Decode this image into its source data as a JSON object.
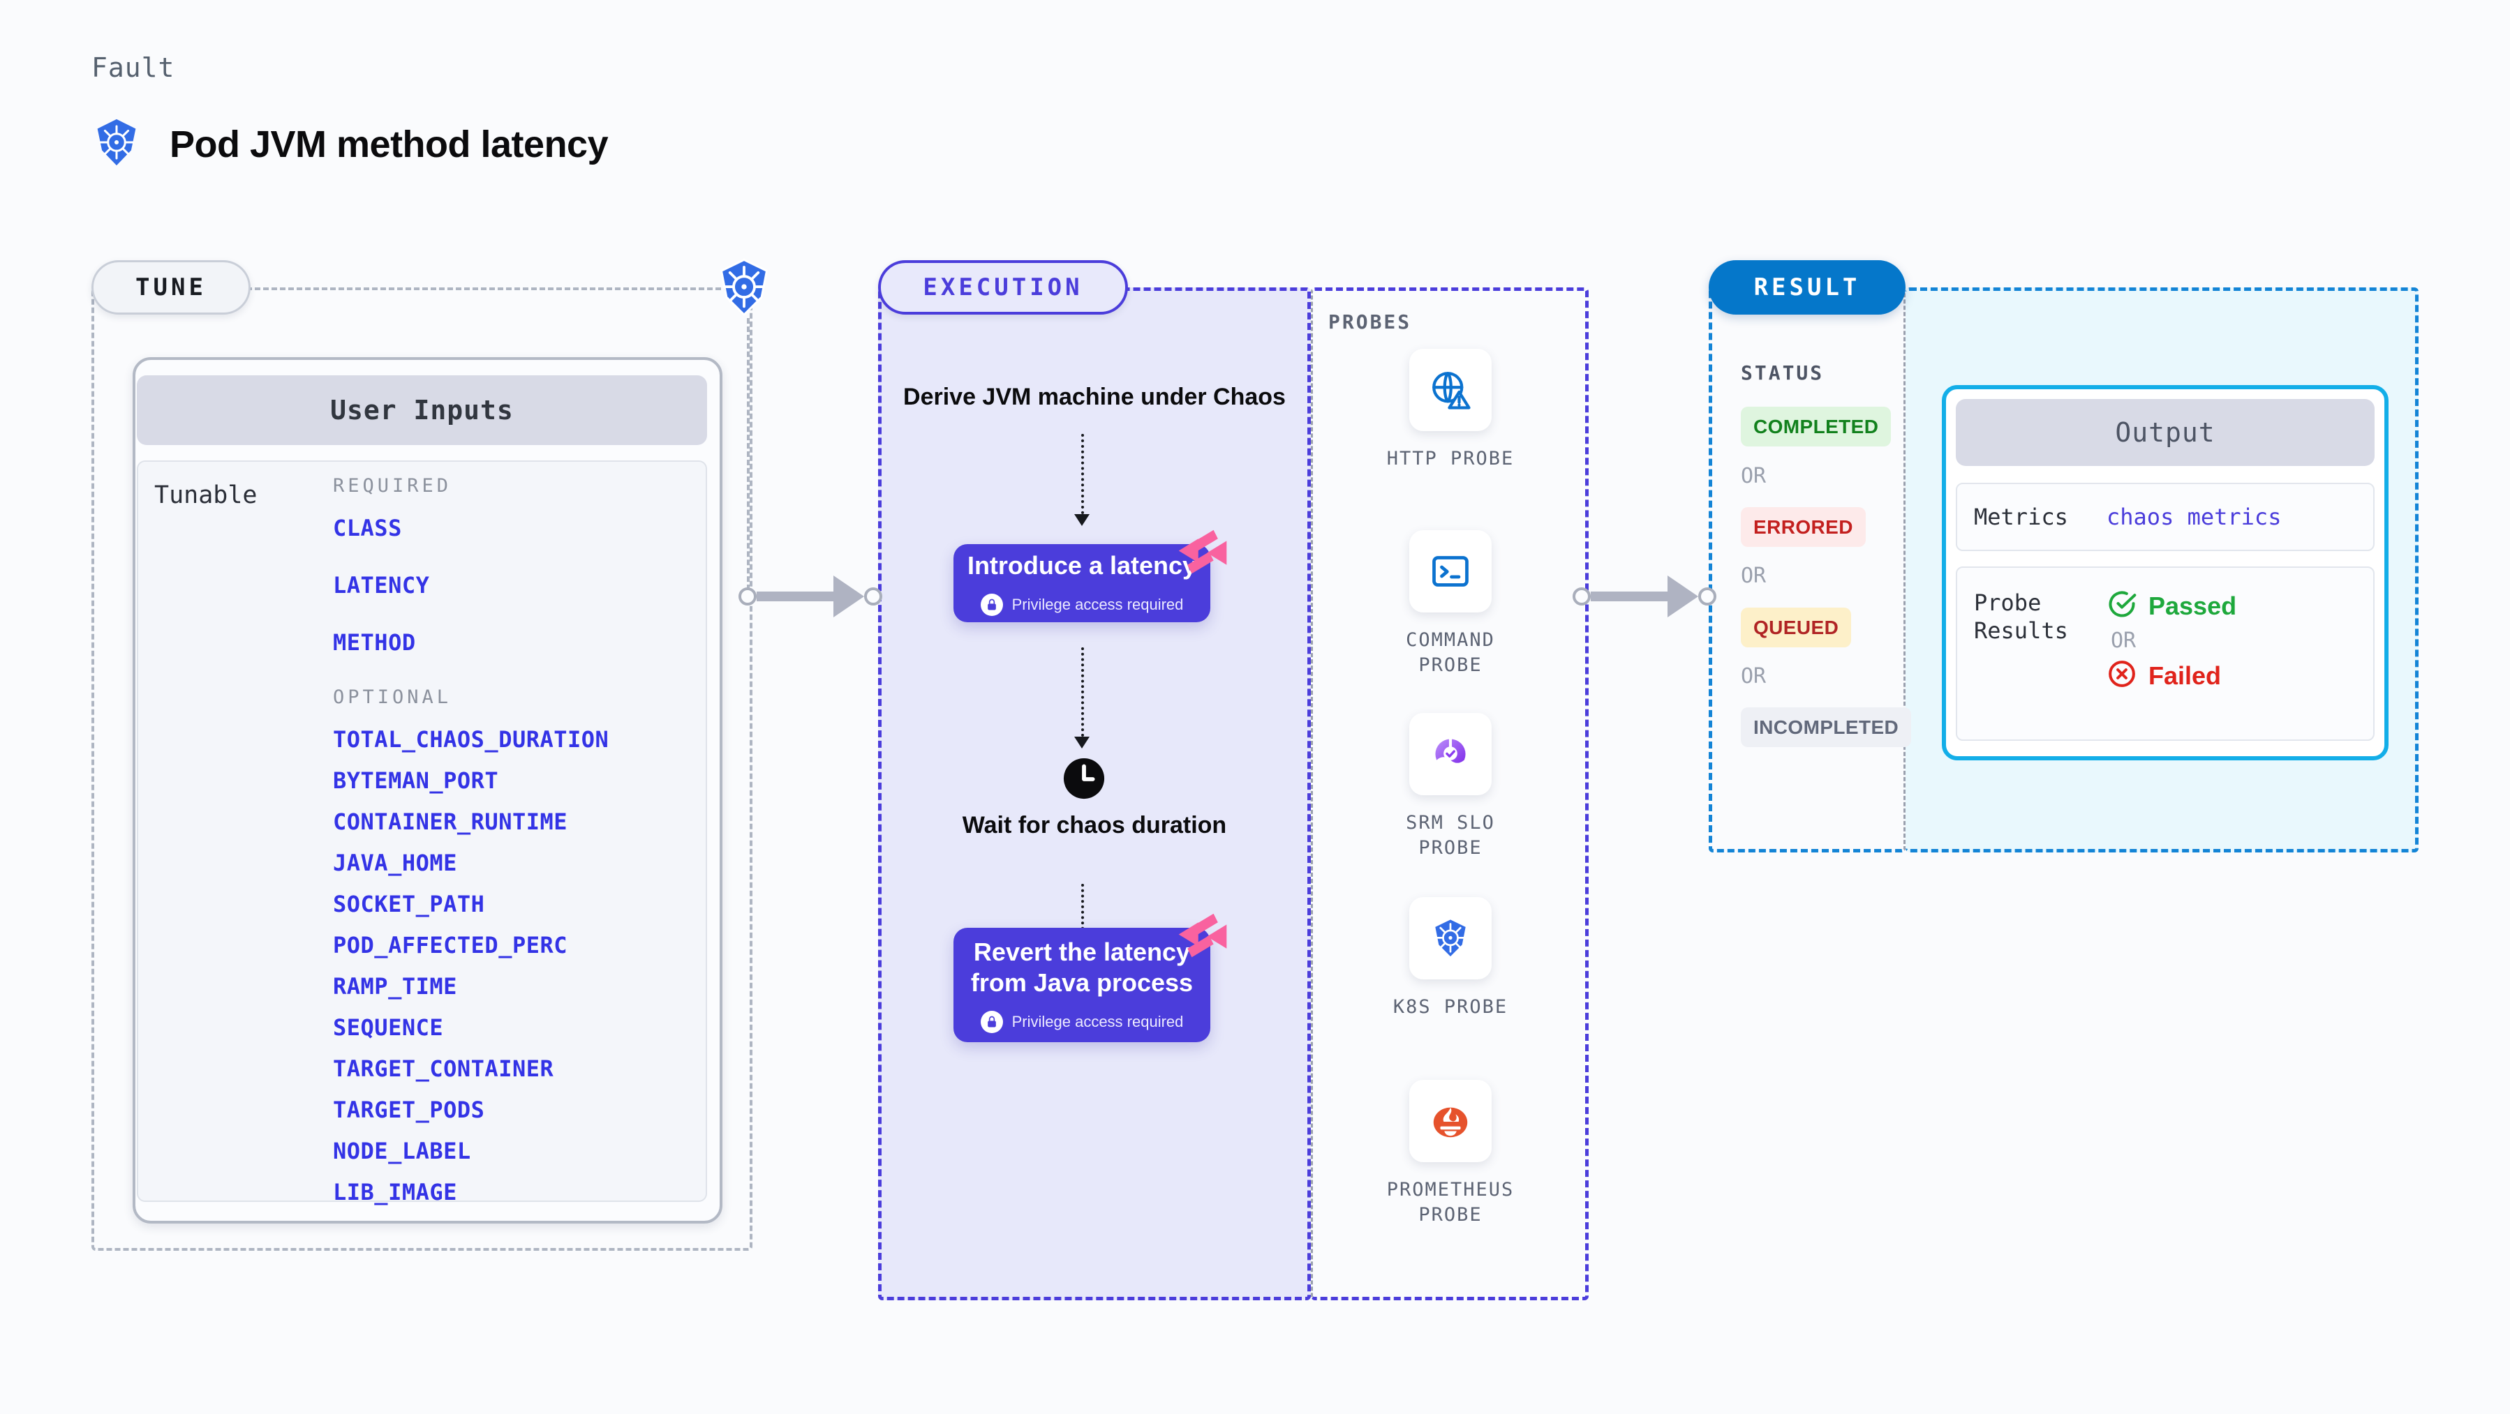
{
  "header": {
    "eyebrow": "Fault",
    "title": "Pod JVM method latency",
    "logo_icon": "kubernetes-icon"
  },
  "tune": {
    "pill_label": "TUNE",
    "card_header": "User Inputs",
    "tunable_label": "Tunable",
    "required_title": "REQUIRED",
    "required_params": [
      "CLASS",
      "LATENCY",
      "METHOD"
    ],
    "optional_title": "OPTIONAL",
    "optional_params": [
      "TOTAL_CHAOS_DURATION",
      "BYTEMAN_PORT",
      "CONTAINER_RUNTIME",
      "JAVA_HOME",
      "SOCKET_PATH",
      "POD_AFFECTED_PERC",
      "RAMP_TIME",
      "SEQUENCE",
      "TARGET_CONTAINER",
      "TARGET_PODS",
      "NODE_LABEL",
      "LIB_IMAGE"
    ],
    "badge_icon": "kubernetes-icon"
  },
  "execution": {
    "pill_label": "EXECUTION",
    "step1_text": "Derive JVM machine under Chaos",
    "card1_title": "Introduce a latency",
    "card1_sub": "Privilege access required",
    "card1_lock_icon": "lock-icon",
    "card1_mark_icon": "harness-icon",
    "wait_icon": "clock-icon",
    "step2_text": "Wait for chaos duration",
    "card2_title": "Revert the latency from Java process",
    "card2_sub": "Privilege access required",
    "card2_lock_icon": "lock-icon",
    "card2_mark_icon": "harness-icon"
  },
  "probes": {
    "label": "PROBES",
    "items": [
      {
        "label": "HTTP PROBE",
        "icon": "globe-warning-icon"
      },
      {
        "label": "COMMAND PROBE",
        "icon": "terminal-icon"
      },
      {
        "label": "SRM SLO PROBE",
        "icon": "srm-slo-icon"
      },
      {
        "label": "K8S PROBE",
        "icon": "kubernetes-icon"
      },
      {
        "label": "PROMETHEUS PROBE",
        "icon": "prometheus-icon"
      }
    ]
  },
  "result": {
    "pill_label": "RESULT",
    "status_label": "STATUS",
    "or_label": "OR",
    "statuses": [
      {
        "label": "COMPLETED",
        "bg": "#dff5df",
        "fg": "#12811d"
      },
      {
        "label": "ERRORED",
        "bg": "#fdeaea",
        "fg": "#c3201f"
      },
      {
        "label": "QUEUED",
        "bg": "#fdf0c9",
        "fg": "#b02424"
      },
      {
        "label": "INCOMPLETED",
        "bg": "#eef0f5",
        "fg": "#61687a"
      }
    ],
    "output": {
      "header": "Output",
      "metrics_key": "Metrics",
      "metrics_value": "chaos metrics",
      "probe_results_key": "Probe Results",
      "passed_label": "Passed",
      "passed_icon": "check-circle-icon",
      "or_label": "OR",
      "failed_label": "Failed",
      "failed_icon": "x-circle-icon"
    }
  },
  "colors": {
    "page_bg": "#fafbfd",
    "accent_purple": "#4b3ddb",
    "accent_blue": "#0577ca",
    "accent_cyan": "#13aee8",
    "param_blue": "#3333e6",
    "k8s_blue": "#326ce5",
    "harness_pink": "#f9629f"
  }
}
